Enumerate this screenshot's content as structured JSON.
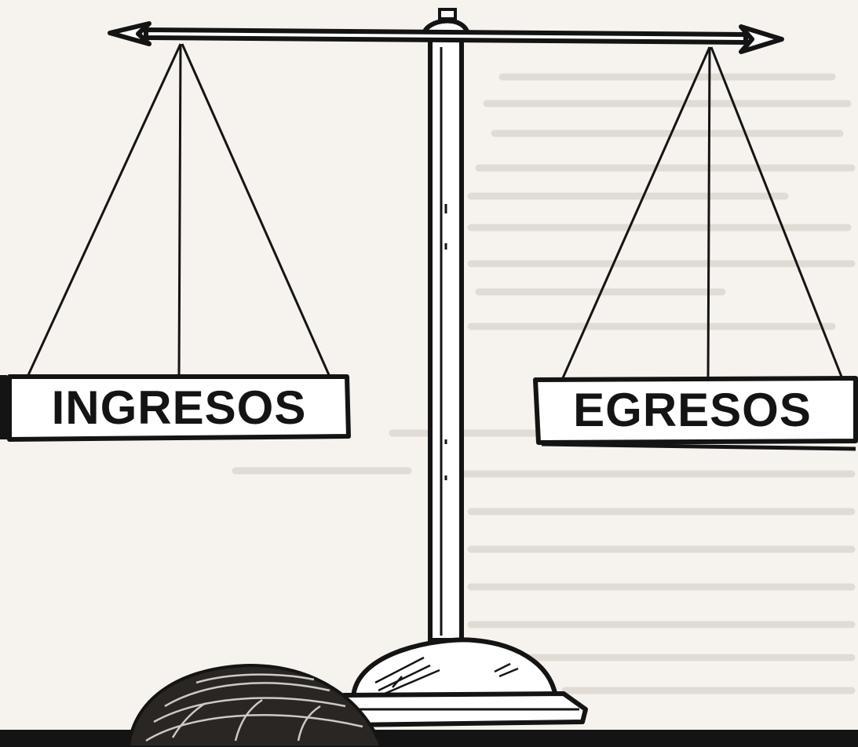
{
  "illustration": {
    "subject": "balance-scale",
    "left_pan": {
      "label": "INGRESOS"
    },
    "right_pan": {
      "label": "EGRESOS"
    }
  },
  "colors": {
    "ink": "#141414",
    "paper": "#f6f3ee",
    "shadow_text": "#c9c4bb"
  }
}
